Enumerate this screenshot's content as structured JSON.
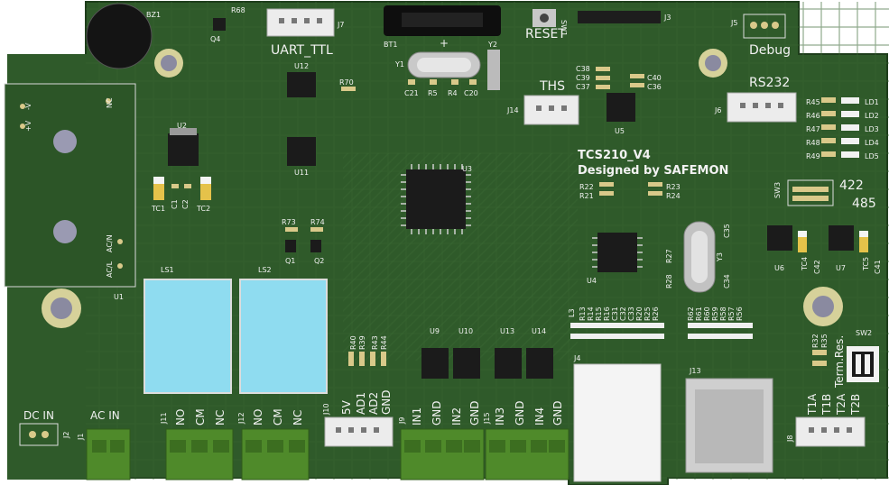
{
  "board": {
    "title": "TCS210_V4",
    "subtitle": "Designed by SAFEMON",
    "colors": {
      "pcb": "#2f5a2a",
      "pcb_dark": "#244a21",
      "trace": "#3a6a34",
      "silk": "#f2f2f2",
      "terminal": "#4f8a2a",
      "relay": "#8fdcf0",
      "pad": "#d9c98a",
      "chip": "#1b1b1b"
    }
  },
  "labels": {
    "bz1": "BZ1",
    "r68": "R68",
    "q4": "Q4",
    "j7": "J7",
    "uart": "UART_TTL",
    "bt1": "BT1",
    "plus": "+",
    "y2": "Y2",
    "y1": "Y1",
    "reset": "RESET",
    "sw1": "SW1",
    "j3": "J3",
    "j5": "J5",
    "debug": "Debug",
    "u12": "U12",
    "r70": "R70",
    "c21": "C21",
    "r5": "R5",
    "r4": "R4",
    "c20": "C20",
    "ths": "THS",
    "j14": "J14",
    "c38": "C38",
    "c39": "C39",
    "c37": "C37",
    "c40": "C40",
    "c36": "C36",
    "u5": "U5",
    "rs232": "RS232",
    "j6": "J6",
    "r45": "R45",
    "r46": "R46",
    "r47": "R47",
    "r48": "R48",
    "r49": "R49",
    "ld1": "LD1",
    "ld2": "LD2",
    "ld3": "LD3",
    "ld4": "LD4",
    "ld5": "LD5",
    "minus_v": "-V",
    "plus_v": "+V",
    "nc": "NC",
    "u2": "U2",
    "u11": "U11",
    "u3": "U3",
    "tc1": "TC1",
    "c1": "C1",
    "c2": "C2",
    "tc2": "TC2",
    "r22": "R22",
    "r21": "R21",
    "r23": "R23",
    "r24": "R24",
    "sw3": "SW3",
    "n422": "422",
    "n485": "485",
    "ac_n": "AC/N",
    "ac_l": "AC/L",
    "u1": "U1",
    "r73": "R73",
    "r74": "R74",
    "q1": "Q1",
    "q2": "Q2",
    "c35": "C35",
    "y3": "Y3",
    "r27": "R27",
    "r28": "R28",
    "c34": "C34",
    "u4": "U4",
    "u6": "U6",
    "tc4": "TC4",
    "c42": "C42",
    "u7": "U7",
    "tc5": "TC5",
    "c41": "C41",
    "ls1": "LS1",
    "ls2": "LS2",
    "r40": "R40",
    "r39": "R39",
    "r43": "R43",
    "r44": "R44",
    "u9": "U9",
    "u10": "U10",
    "u13": "U13",
    "u14": "U14",
    "sw2": "SW2",
    "r32": "R32",
    "r35": "R35",
    "term_res": "Term.Res.",
    "j4": "J4",
    "j13": "J13",
    "r_bank1": [
      "R13",
      "R14",
      "R15",
      "R16",
      "C31",
      "C32",
      "C33",
      "R20",
      "R25",
      "R26"
    ],
    "r_bank1_lead": "L3",
    "r_bank2": [
      "R62",
      "R61",
      "R60",
      "R59",
      "R58",
      "R57",
      "R56"
    ],
    "dc_in": "DC IN",
    "j2": "J2",
    "ac_in": "AC IN",
    "j1": "J1",
    "j11": "J11",
    "j12": "J12",
    "no": "NO",
    "cm": "CM",
    "nc_t": "NC",
    "j10": "J10",
    "v5": "5V",
    "ad1": "AD1",
    "ad2": "AD2",
    "gnd": "GND",
    "j9": "J9",
    "in1": "IN1",
    "in2": "IN2",
    "j15": "J15",
    "in3": "IN3",
    "in4": "IN4",
    "j8": "J8",
    "t1a": "T1A",
    "t1b": "T1B",
    "t2a": "T2A",
    "t2b": "T2B"
  }
}
